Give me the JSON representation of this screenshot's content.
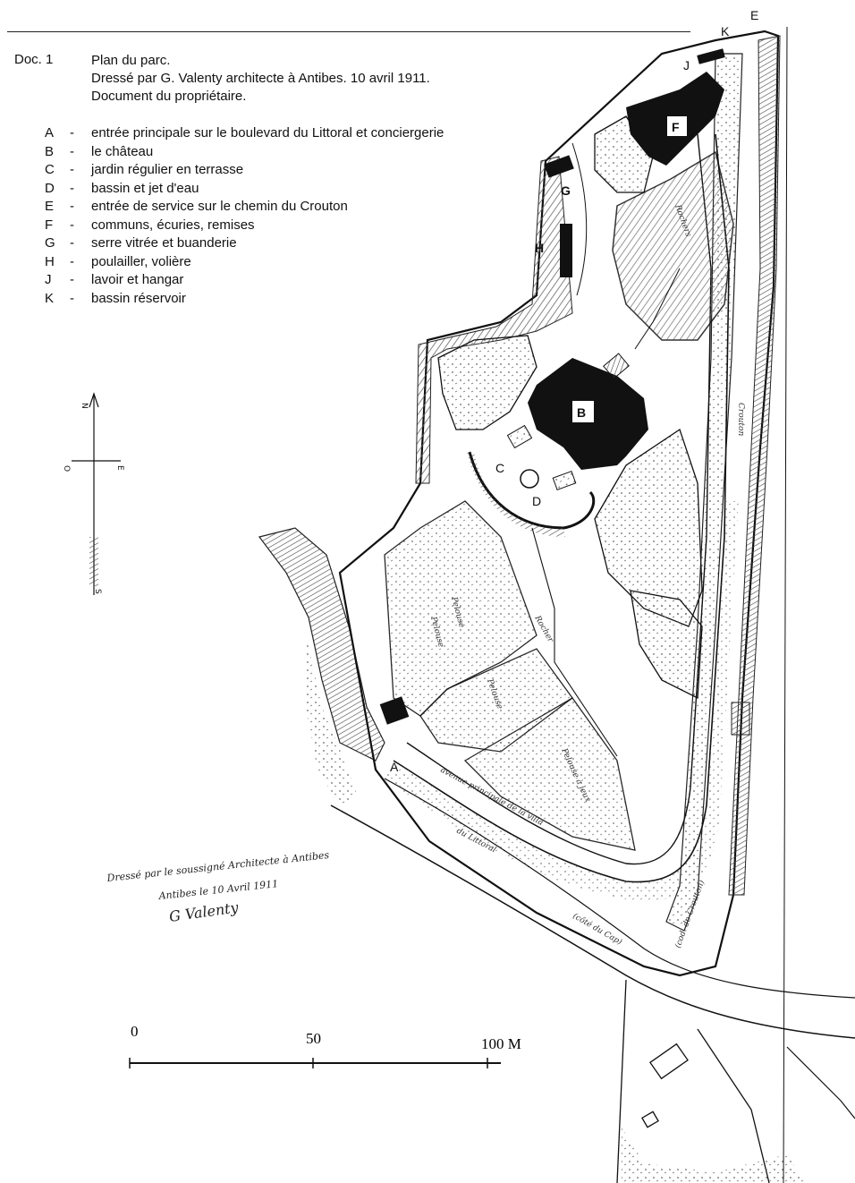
{
  "doc": {
    "label": "Doc. 1",
    "lines": [
      "Plan du parc.",
      "Dressé par G. Valenty architecte à Antibes. 10 avril 1911.",
      "Document du propriétaire."
    ]
  },
  "legend": [
    {
      "key": "A",
      "sep": "-",
      "text": "entrée principale sur le boulevard du Littoral et conciergerie"
    },
    {
      "key": "B",
      "sep": "-",
      "text": "le château"
    },
    {
      "key": "C",
      "sep": "-",
      "text": "jardin régulier en terrasse"
    },
    {
      "key": "D",
      "sep": "-",
      "text": "bassin et jet d'eau"
    },
    {
      "key": "E",
      "sep": "-",
      "text": "entrée de service sur le chemin du Crouton"
    },
    {
      "key": "F",
      "sep": "-",
      "text": "communs, écuries, remises"
    },
    {
      "key": "G",
      "sep": "-",
      "text": "serre vitrée et buanderie"
    },
    {
      "key": "H",
      "sep": "-",
      "text": "poulailler, volière"
    },
    {
      "key": "J",
      "sep": "-",
      "text": "lavoir et hangar"
    },
    {
      "key": "K",
      "sep": "-",
      "text": "bassin réservoir"
    }
  ],
  "map_markers": {
    "A": "A",
    "B": "B",
    "C": "C",
    "D": "D",
    "E": "E",
    "F": "F",
    "G": "G",
    "H": "H",
    "J": "J",
    "K": "K"
  },
  "compass": {
    "n": "N",
    "e": "E",
    "o": "O",
    "s": "S"
  },
  "scale": {
    "start": "0",
    "mid": "50",
    "end": "100 M"
  },
  "signature": {
    "line1": "Dressé par le soussigné Architecte à Antibes",
    "line2": "Antibes le 10 Avril 1911",
    "name": "G Valenty"
  },
  "handwritten": {
    "avenue": "avenue principale de la villa",
    "littoral": "du Littoral",
    "cap": "(côté du Cap)",
    "crouton": "Crouton",
    "chemin": "(cod. de Crouton)",
    "rochers": "Rochers",
    "pelouse1": "Pelouse",
    "pelouse2": "Pelouse",
    "pelouse3": "Pelouse",
    "pelouse4": "Pelouse à jeux",
    "rocher": "Rocher"
  },
  "colors": {
    "ink": "#111111",
    "hatch": "#555555",
    "paper": "#ffffff"
  }
}
